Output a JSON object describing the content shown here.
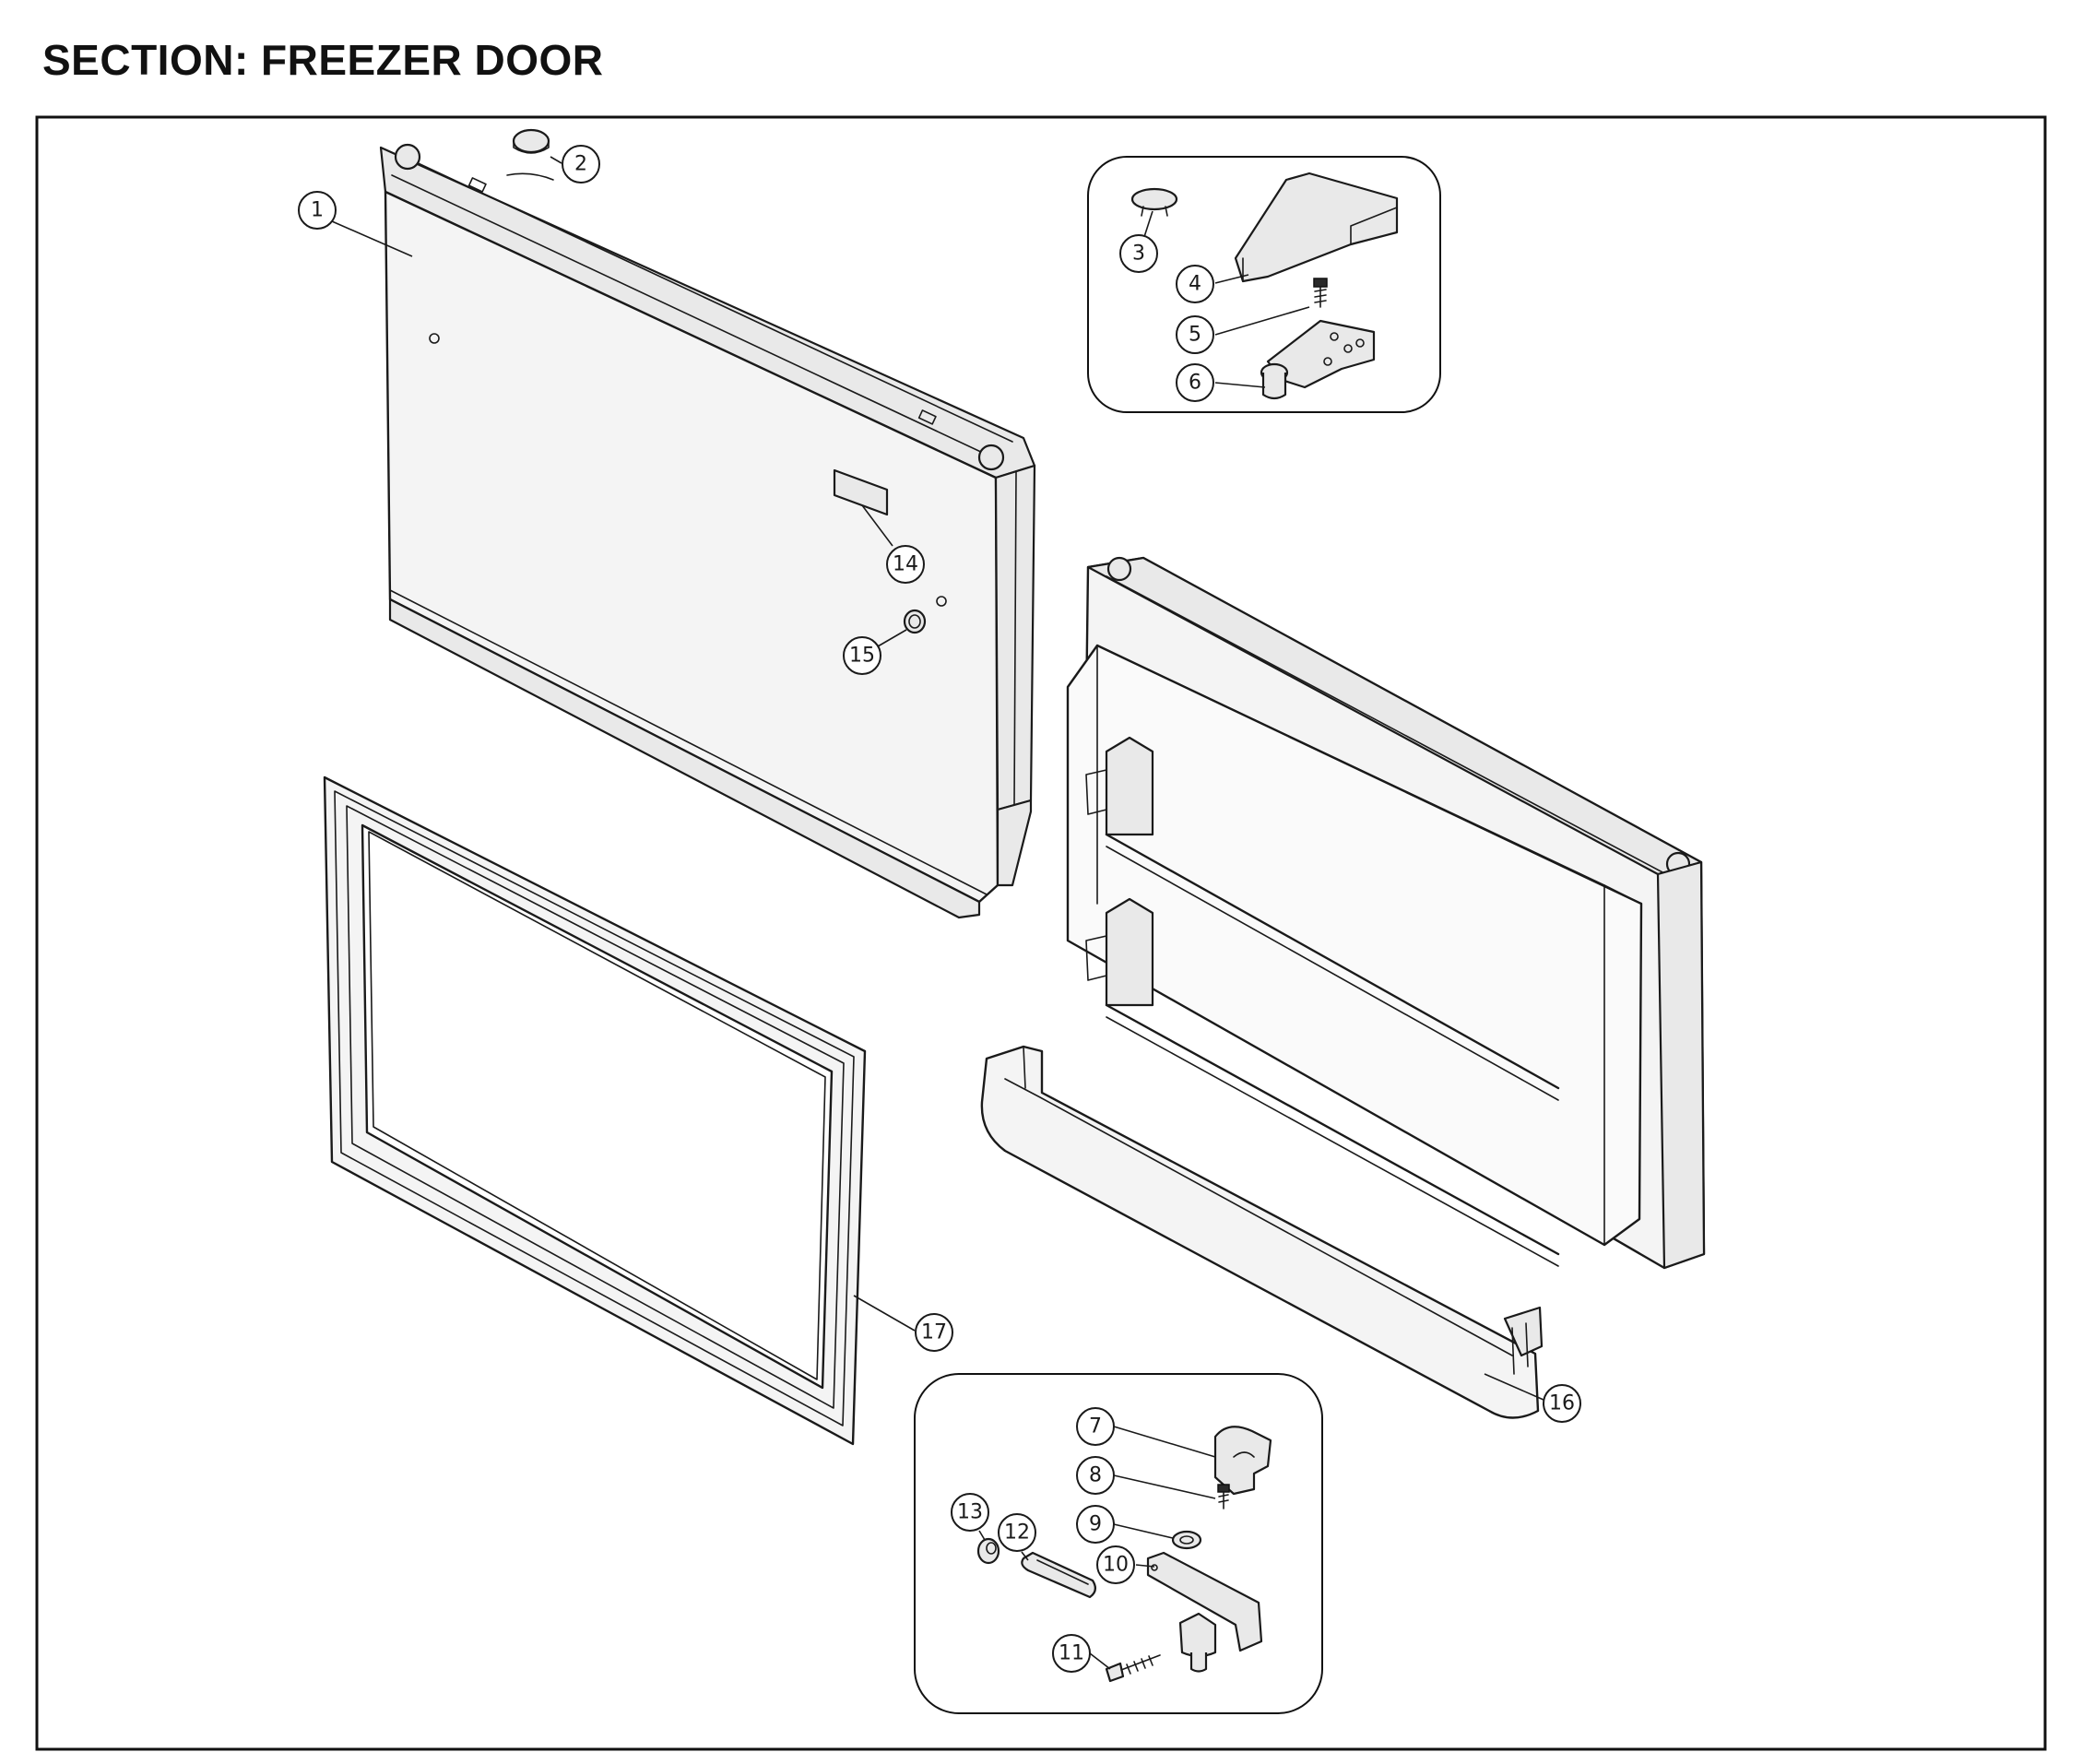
{
  "section_title": "SECTION: FREEZER DOOR",
  "callouts": [
    {
      "id": "1",
      "label": "1"
    },
    {
      "id": "2",
      "label": "2"
    },
    {
      "id": "3",
      "label": "3"
    },
    {
      "id": "4",
      "label": "4"
    },
    {
      "id": "5",
      "label": "5"
    },
    {
      "id": "6",
      "label": "6"
    },
    {
      "id": "7",
      "label": "7"
    },
    {
      "id": "8",
      "label": "8"
    },
    {
      "id": "9",
      "label": "9"
    },
    {
      "id": "10",
      "label": "10"
    },
    {
      "id": "11",
      "label": "11"
    },
    {
      "id": "12",
      "label": "12"
    },
    {
      "id": "13",
      "label": "13"
    },
    {
      "id": "14",
      "label": "14"
    },
    {
      "id": "15",
      "label": "15"
    },
    {
      "id": "16",
      "label": "16"
    },
    {
      "id": "17",
      "label": "17"
    }
  ]
}
